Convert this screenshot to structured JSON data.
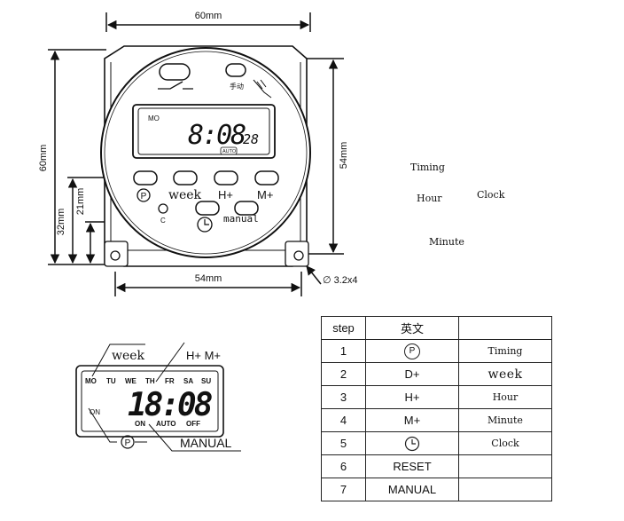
{
  "top_device": {
    "dim_width_top": "60mm",
    "dim_height_left": "60mm",
    "dim_32": "32mm",
    "dim_21": "21mm",
    "dim_54_right": "54mm",
    "dim_54_bottom": "54mm",
    "hole_spec": "∅ 3.2x4",
    "manual_cn": "手动",
    "lcd_day": "MO",
    "lcd_time": "8:08",
    "lcd_seconds": "28",
    "lcd_auto": "AUTO",
    "btn_p": "P",
    "btn_week": "week",
    "btn_h": "H+",
    "btn_m": "M+",
    "btn_c": "C",
    "btn_manual": "manual"
  },
  "floating_labels": {
    "timing": "Timing",
    "hour": "Hour",
    "clock": "Clock",
    "minute": "Minute"
  },
  "lcd_detail": {
    "week_label": "week",
    "hm_label": "H+  M+",
    "days": [
      "MO",
      "TU",
      "WE",
      "TH",
      "FR",
      "SA",
      "SU"
    ],
    "time": "18:08",
    "on_label": "ON",
    "status": [
      "ON",
      "AUTO",
      "OFF"
    ],
    "p_label": "P",
    "manual_label": "MANUAL"
  },
  "table": {
    "headers": [
      "step",
      "英文",
      ""
    ],
    "rows": [
      {
        "step": "1",
        "key": "P",
        "function": "Timing"
      },
      {
        "step": "2",
        "key": "D+",
        "function": "week"
      },
      {
        "step": "3",
        "key": "H+",
        "function": "Hour"
      },
      {
        "step": "4",
        "key": "M+",
        "function": "Minute"
      },
      {
        "step": "5",
        "key": "clock-icon",
        "function": "Clock"
      },
      {
        "step": "6",
        "key": "RESET",
        "function": ""
      },
      {
        "step": "7",
        "key": "MANUAL",
        "function": ""
      }
    ]
  }
}
